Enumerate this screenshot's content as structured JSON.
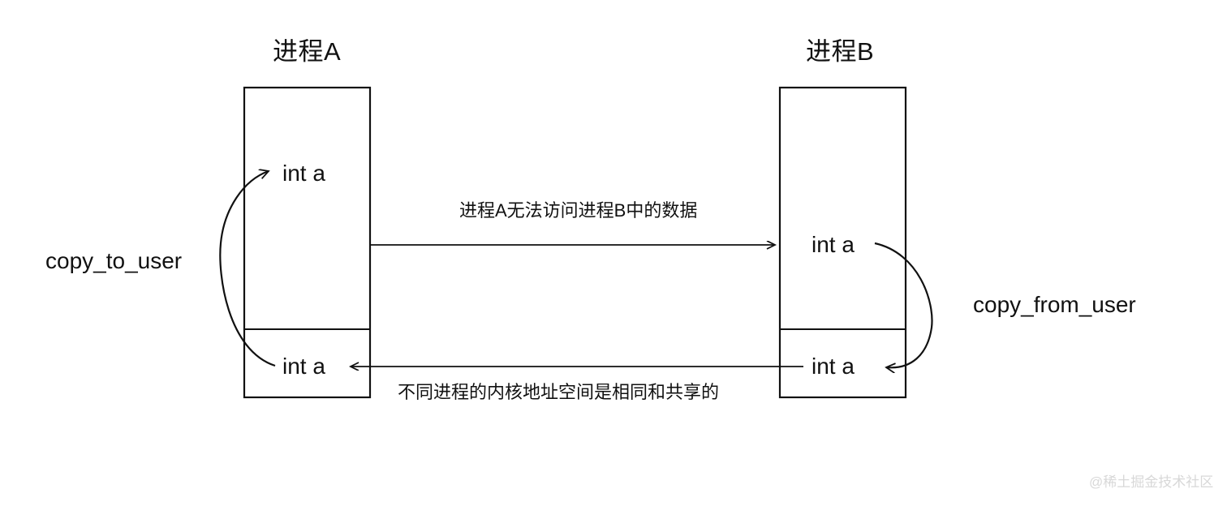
{
  "diagram": {
    "title_a": "进程A",
    "title_b": "进程B",
    "process_a": {
      "user_var": "int a",
      "kernel_var": "int a"
    },
    "process_b": {
      "user_var": "int a",
      "kernel_var": "int a"
    },
    "labels": {
      "copy_to_user": "copy_to_user",
      "copy_from_user": "copy_from_user",
      "no_access_note": "进程A无法访问进程B中的数据",
      "shared_kernel_note": "不同进程的内核地址空间是相同和共享的"
    },
    "watermark": "@稀土掘金技术社区",
    "colors": {
      "stroke": "#111111",
      "text": "#111111",
      "background": "#ffffff",
      "watermark": "#d8d8d8"
    }
  }
}
